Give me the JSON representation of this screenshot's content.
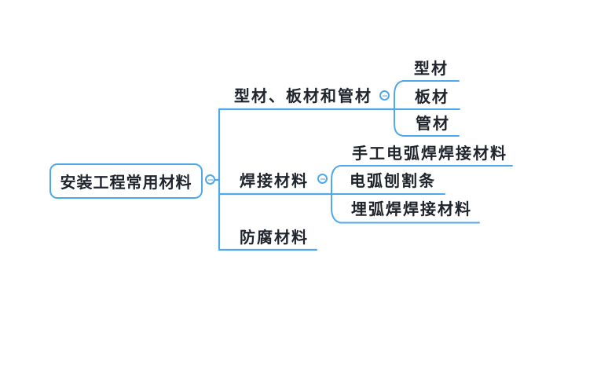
{
  "colors": {
    "line": "#4FA8E9",
    "text": "#20242C",
    "dash": "#A6D0F5",
    "background": "#FFFFFF"
  },
  "mindmap": {
    "root": {
      "label": "安装工程常用材料"
    },
    "branches": [
      {
        "label": "型材、板材和管材",
        "collapsed": false,
        "children": [
          {
            "label": "型材"
          },
          {
            "label": "板材"
          },
          {
            "label": "管材"
          }
        ]
      },
      {
        "label": "焊接材料",
        "collapsed": false,
        "children": [
          {
            "label": "手工电弧焊焊接材料"
          },
          {
            "label": "电弧刨割条"
          },
          {
            "label": "埋弧焊焊接材料"
          }
        ]
      },
      {
        "label": "防腐材料",
        "children": []
      }
    ]
  }
}
